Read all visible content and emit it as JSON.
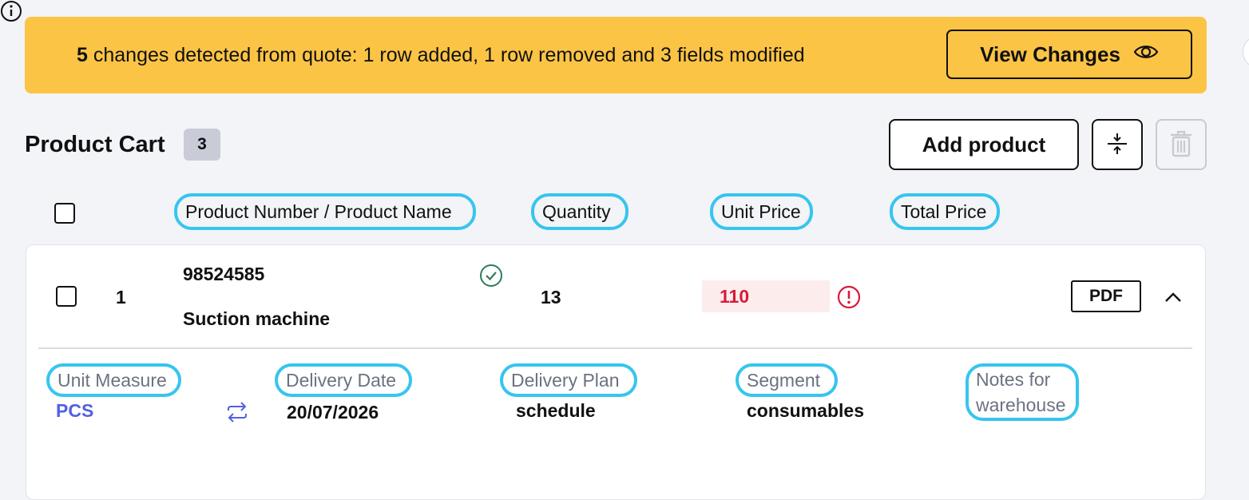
{
  "banner": {
    "count": "5",
    "message": " changes detected from quote: 1 row added, 1 row removed and 3 fields modified",
    "view_changes_label": "View Changes",
    "color": "#fcc445"
  },
  "cart": {
    "title": "Product Cart",
    "count": "3",
    "add_product_label": "Add product"
  },
  "columns": {
    "product": "Product Number / Product Name",
    "quantity": "Quantity",
    "unit_price": "Unit Price",
    "total_price": "Total Price"
  },
  "row": {
    "index": "1",
    "product_number": "98524585",
    "product_name": "Suction machine",
    "quantity": "13",
    "unit_price": "110",
    "pdf_label": "PDF"
  },
  "details": {
    "unit_measure_label": "Unit Measure",
    "unit_measure_value": "PCS",
    "delivery_date_label": "Delivery Date",
    "delivery_date_value": "20/07/2026",
    "delivery_plan_label": "Delivery Plan",
    "delivery_plan_value": "schedule",
    "segment_label": "Segment",
    "segment_value": "consumables",
    "notes_label": "Notes for warehouse"
  },
  "icons": {
    "banner": "info-icon",
    "view_changes": "eye-icon",
    "collapse": "collapse-rows-icon",
    "delete": "trash-icon",
    "status_ok": "check-circle-icon",
    "price_alert": "alert-circle-icon",
    "expand": "chevron-up-icon",
    "swap": "swap-icon"
  },
  "colors": {
    "highlight": "#36c5ef",
    "error": "#d81b3b",
    "link": "#5360e0",
    "success": "#2e7d5b"
  }
}
